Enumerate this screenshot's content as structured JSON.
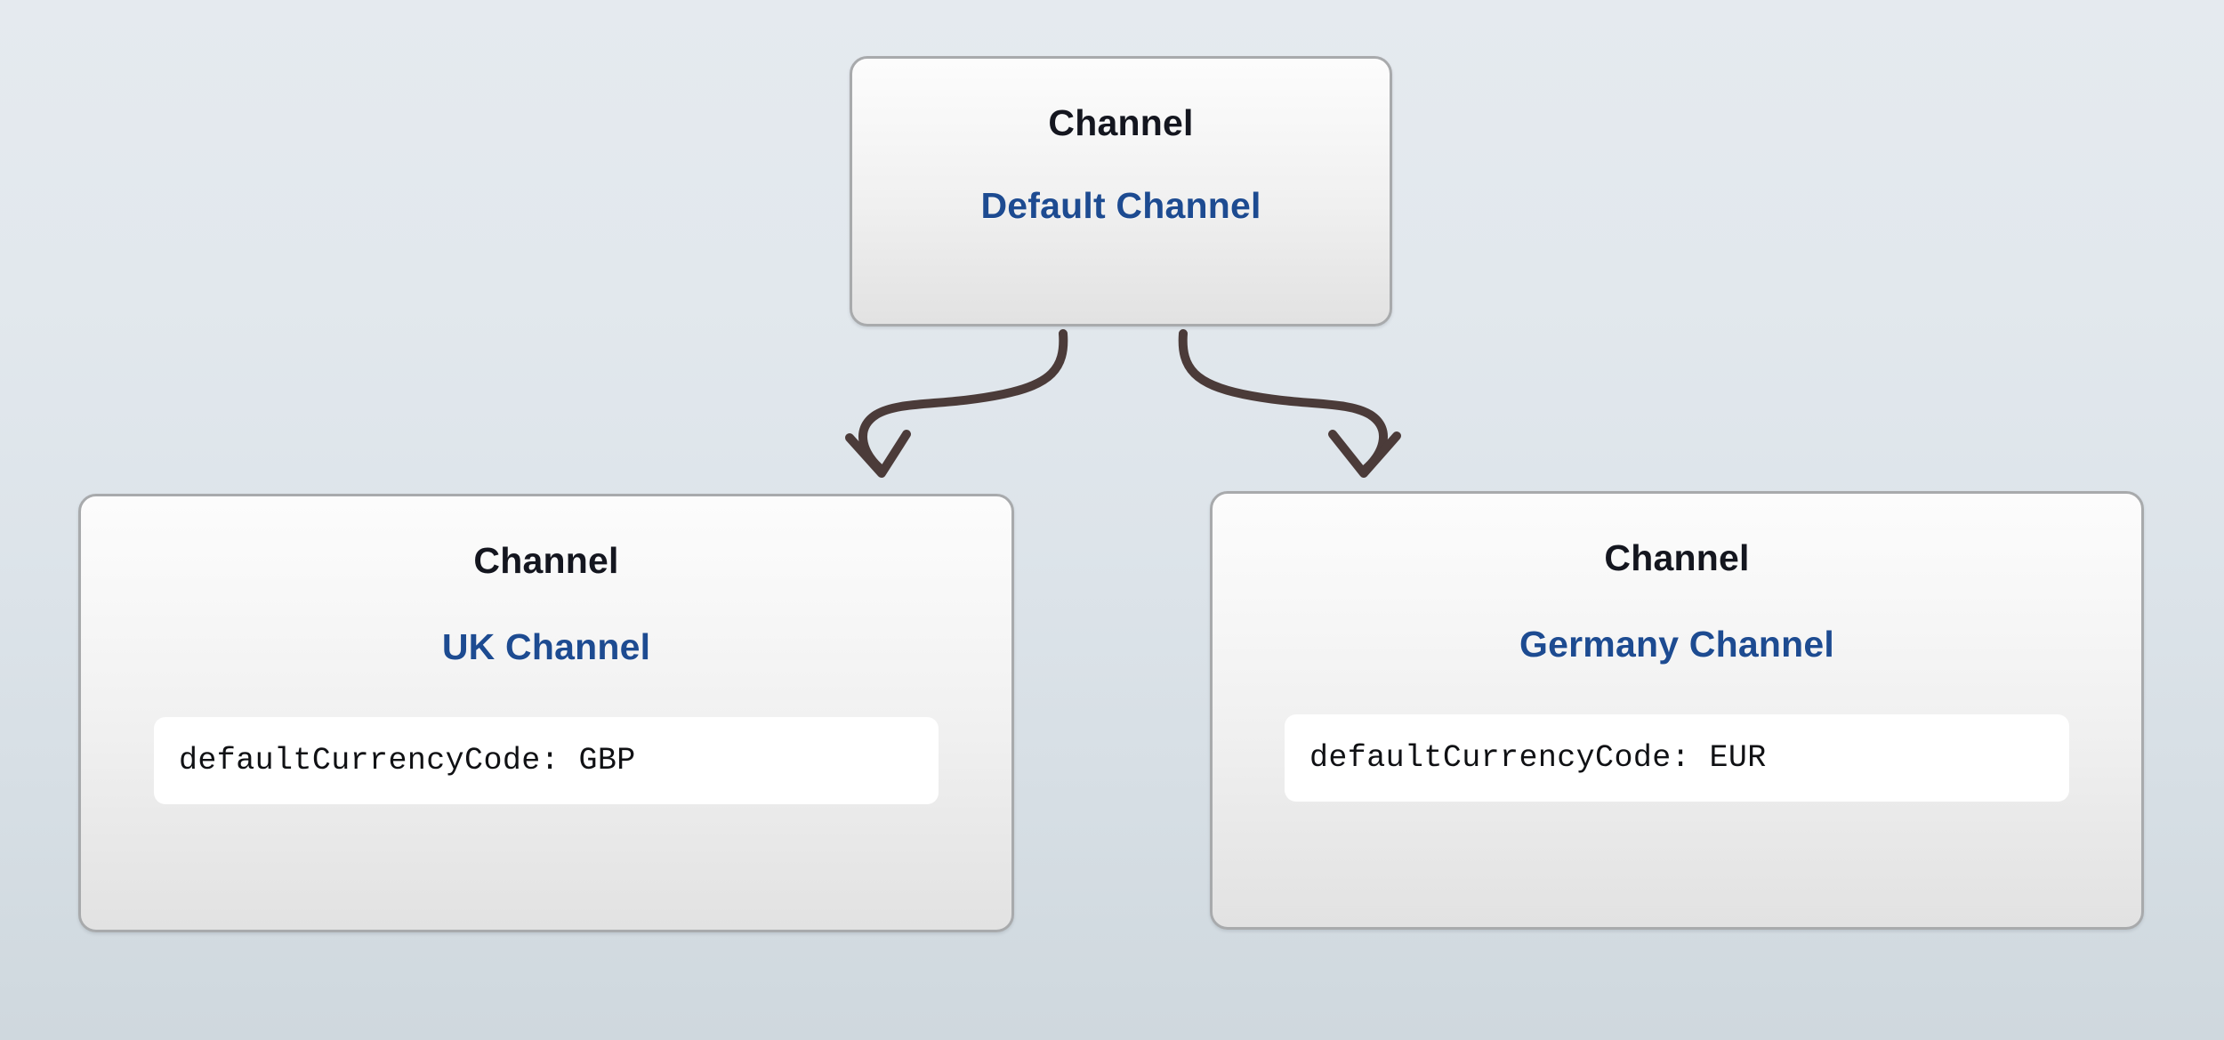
{
  "diagram": {
    "kind": "tree",
    "background_top_color": "#e5eaef",
    "background_bottom_color": "#cfd8de",
    "node_border_color": "#a8aaac",
    "node_type_color": "#14161f",
    "node_name_color": "#1d4b91",
    "property_text_color": "#101114",
    "property_pill_color": "#ffffff",
    "edge_color": "#4b3b39"
  },
  "nodes": {
    "root": {
      "type_label": "Channel",
      "name_label": "Default Channel",
      "properties": []
    },
    "uk": {
      "type_label": "Channel",
      "name_label": "UK Channel",
      "properties": [
        {
          "text": "defaultCurrencyCode: GBP"
        }
      ]
    },
    "germany": {
      "type_label": "Channel",
      "name_label": "Germany Channel",
      "properties": [
        {
          "text": "defaultCurrencyCode: EUR"
        }
      ]
    }
  },
  "edges": [
    {
      "from": "root",
      "to": "uk",
      "style": "hand-drawn-curve",
      "arrowhead": "open-v"
    },
    {
      "from": "root",
      "to": "germany",
      "style": "hand-drawn-curve",
      "arrowhead": "open-v"
    }
  ]
}
